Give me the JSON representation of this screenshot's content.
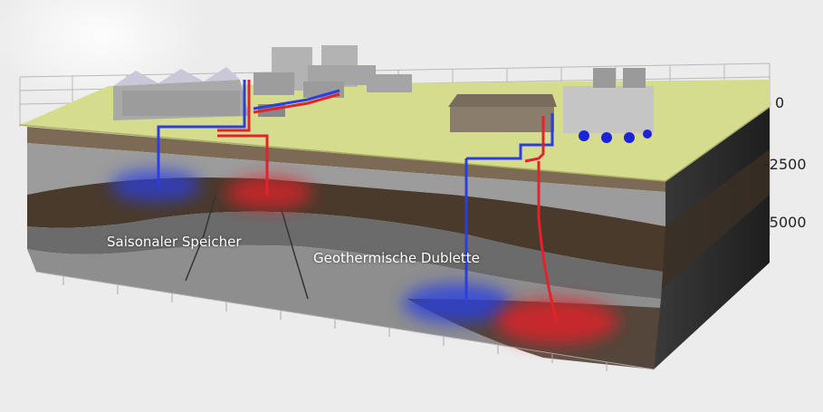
{
  "depth_axis": {
    "ticks": [
      "0",
      "-2500",
      "-5000"
    ]
  },
  "labels": {
    "seasonal_storage": "Saisonaler Speicher",
    "geothermal_doublet": "Geothermische Dublette"
  },
  "colors": {
    "hot": "#e3232c",
    "cold": "#2b3fe0",
    "surface": "#d6dc8e",
    "background": "#ececec"
  }
}
